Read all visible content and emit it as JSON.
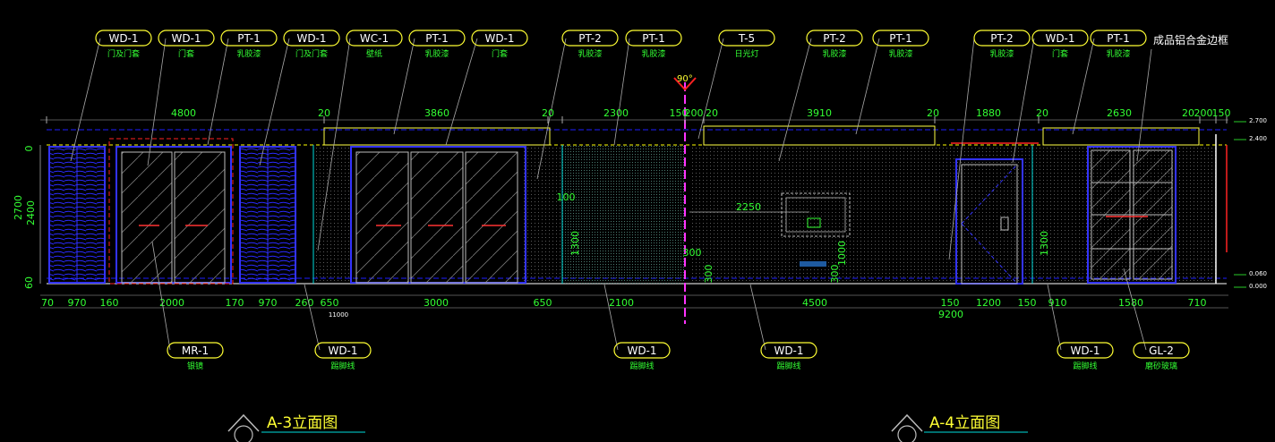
{
  "top_tags": [
    {
      "code": "WD-1",
      "desc": "门及门套"
    },
    {
      "code": "WD-1",
      "desc": "门套"
    },
    {
      "code": "PT-1",
      "desc": "乳胶漆"
    },
    {
      "code": "WD-1",
      "desc": "门及门套"
    },
    {
      "code": "WC-1",
      "desc": "壁纸"
    },
    {
      "code": "PT-1",
      "desc": "乳胶漆"
    },
    {
      "code": "WD-1",
      "desc": "门套"
    },
    {
      "code": "PT-2",
      "desc": "乳胶漆"
    },
    {
      "code": "PT-1",
      "desc": "乳胶漆"
    },
    {
      "code": "T-5",
      "desc": "日光灯"
    },
    {
      "code": "PT-2",
      "desc": "乳胶漆"
    },
    {
      "code": "PT-1",
      "desc": "乳胶漆"
    },
    {
      "code": "PT-2",
      "desc": "乳胶漆"
    },
    {
      "code": "WD-1",
      "desc": "门套"
    },
    {
      "code": "PT-1",
      "desc": "乳胶漆"
    }
  ],
  "frame_note": "成品铝合金边框",
  "angle_label": "90°",
  "top_dims": [
    "4800",
    "20",
    "3860",
    "20",
    "2300",
    "150",
    "200",
    "20",
    "3910",
    "20",
    "1880",
    "20",
    "2630",
    "20",
    "200",
    "150"
  ],
  "right_levels": [
    "2.700",
    "2.400",
    "0.060",
    "0.000"
  ],
  "left_dims": [
    "0",
    "2700",
    "2400",
    "60"
  ],
  "bottom_dims": [
    "70",
    "970",
    "160",
    "2000",
    "170",
    "970",
    "260",
    "650",
    "3000",
    "650",
    "2100",
    "4500",
    "150",
    "1200",
    "150",
    "910",
    "1580",
    "710"
  ],
  "bottom_totals": [
    "11000",
    "9200"
  ],
  "inner_dims": [
    "100",
    "1300",
    "2250",
    "300",
    "300",
    "300",
    "1000",
    "1300"
  ],
  "bottom_tags": [
    {
      "code": "MR-1",
      "desc": "银镜"
    },
    {
      "code": "WD-1",
      "desc": "踢脚线"
    },
    {
      "code": "WD-1",
      "desc": "踢脚线"
    },
    {
      "code": "WD-1",
      "desc": "踢脚线"
    },
    {
      "code": "WD-1",
      "desc": "踢脚线"
    },
    {
      "code": "GL-2",
      "desc": "磨砂玻璃"
    }
  ],
  "titles": [
    "A-3立面图",
    "A-4立面图"
  ]
}
